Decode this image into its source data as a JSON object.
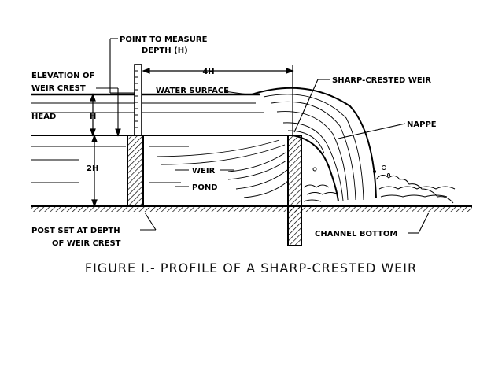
{
  "labels": {
    "point_to_measure": "POINT TO MEASURE",
    "depth_h": "DEPTH (H)",
    "elevation_of": "ELEVATION OF",
    "weir_crest": "WEIR CREST",
    "four_h": "4H",
    "water_surface": "WATER SURFACE",
    "sharp_crested_weir": "SHARP-CRESTED WEIR",
    "head": "HEAD",
    "h": "H",
    "nappe": "NAPPE",
    "two_h": "2H",
    "weir": "WEIR",
    "pond": "POND",
    "post_set_at_depth": "POST SET AT DEPTH",
    "of_weir_crest": "OF WEIR CREST",
    "channel_bottom": "CHANNEL BOTTOM"
  },
  "caption": "FIGURE I.- PROFILE OF A SHARP-CRESTED WEIR"
}
